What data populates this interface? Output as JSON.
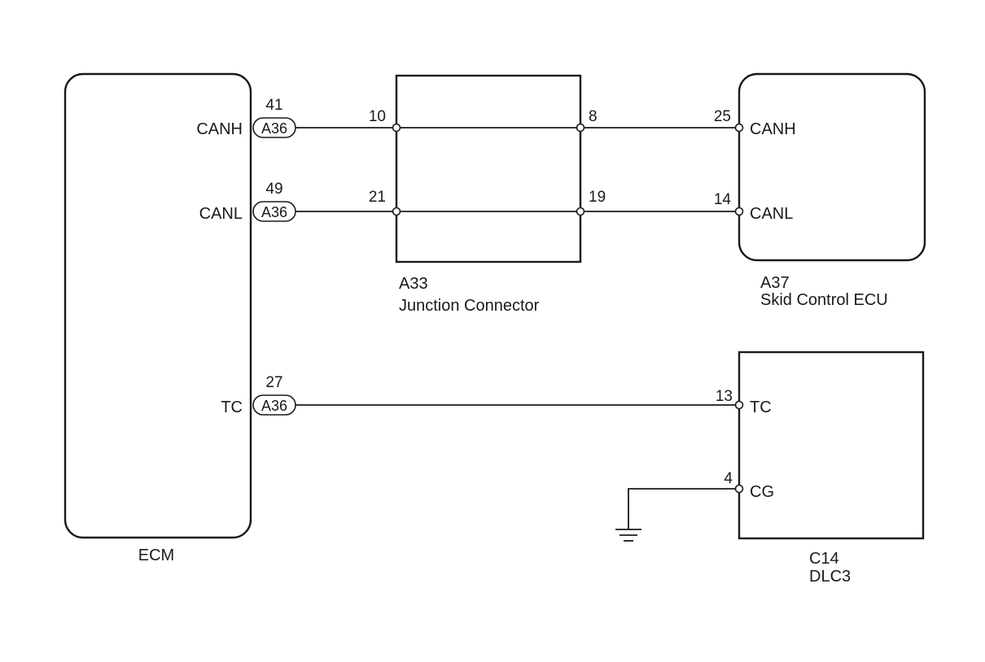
{
  "ecm": {
    "name": "ECM",
    "signals": [
      {
        "label": "CANH",
        "pin": "41",
        "connector": "A36"
      },
      {
        "label": "CANL",
        "pin": "49",
        "connector": "A36"
      },
      {
        "label": "TC",
        "pin": "27",
        "connector": "A36"
      }
    ]
  },
  "junction": {
    "code": "A33",
    "name": "Junction Connector",
    "left_pins": [
      "10",
      "21"
    ],
    "right_pins": [
      "8",
      "19"
    ]
  },
  "skid_ecu": {
    "code": "A37",
    "name": "Skid Control ECU",
    "pins": [
      {
        "pin": "25",
        "label": "CANH"
      },
      {
        "pin": "14",
        "label": "CANL"
      }
    ]
  },
  "dlc3": {
    "code": "C14",
    "name": "DLC3",
    "pins": [
      {
        "pin": "13",
        "label": "TC"
      },
      {
        "pin": "4",
        "label": "CG"
      }
    ]
  }
}
